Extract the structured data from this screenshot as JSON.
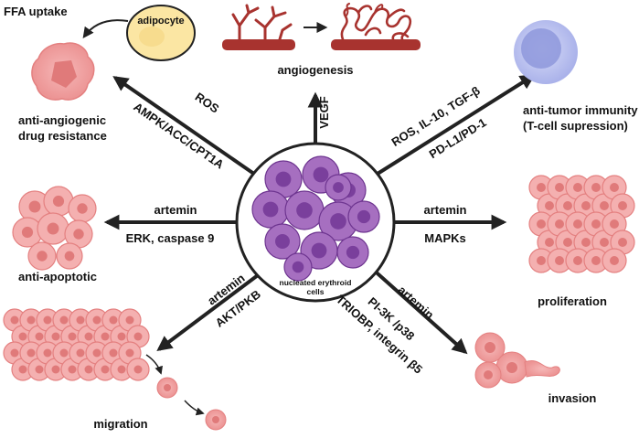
{
  "center": {
    "label_line1": "nucleated erythroid",
    "label_line2": "cells"
  },
  "angiogenesis": {
    "pathway": "VEGF",
    "outcome": "angiogenesis"
  },
  "ffa": {
    "uptake_label": "FFA uptake",
    "adipocyte_label": "adipocyte",
    "pathway_top": "ROS",
    "pathway_bottom": "AMPK/ACC/CPT1A",
    "outcome_line1": "anti-angiogenic",
    "outcome_line2": "drug resistance"
  },
  "immunity": {
    "pathway_top": "ROS, IL-10, TGF-β",
    "pathway_bottom": "PD-L1/PD-1",
    "outcome_line1": "anti-tumor immunity",
    "outcome_line2": "(T-cell supression)"
  },
  "apoptosis": {
    "pathway_top": "artemin",
    "pathway_bottom": "ERK, caspase 9",
    "outcome": "anti-apoptotic"
  },
  "proliferation": {
    "pathway_top": "artemin",
    "pathway_bottom": "MAPKs",
    "outcome": "proliferation"
  },
  "migration": {
    "pathway_top": "artemin",
    "pathway_bottom": "AKT/PKB",
    "outcome": "migration"
  },
  "invasion": {
    "pathway_top": "artemin",
    "pathway_mid": "PI-3K /p38",
    "pathway_bottom": "TRIOBP, integrin β5",
    "outcome": "invasion"
  },
  "colors": {
    "arrow": "#222222",
    "erythroid_cell": "#9b5fb5",
    "erythroid_nucleus": "#6e3590",
    "tumor_cell": "#f2a3a3",
    "tumor_nucleus": "#e07a7a",
    "vessel": "#a8332f",
    "adipocyte": "#fbe6a3",
    "tcell": "#c7cdf2"
  }
}
